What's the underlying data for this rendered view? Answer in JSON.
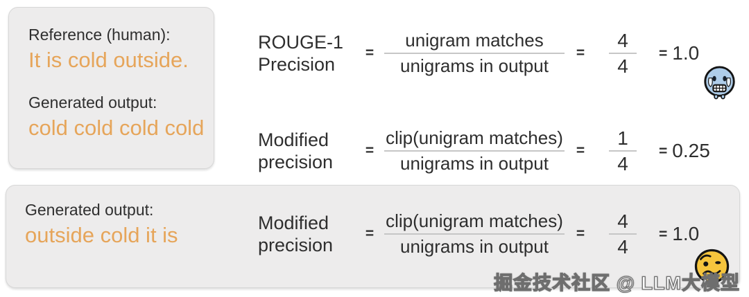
{
  "colors": {
    "orange_text": "#E6A55A",
    "card_background": "#EDECEC",
    "card_border": "#D7D7D7",
    "formula_text": "#2E2E2E",
    "fraction_bar": "#C6C6C6",
    "cold_emoji_blue": "#AECDEA",
    "confused_emoji_yellow": "#F6C53D"
  },
  "reference_card": {
    "reference_label": "Reference (human):",
    "reference_text": "It is cold outside.",
    "generated_label": "Generated output:",
    "generated_text": "cold cold cold cold"
  },
  "bottom_card": {
    "generated_label": "Generated output:",
    "generated_text": "outside cold it is"
  },
  "rows": [
    {
      "label_line1": "ROUGE-1",
      "label_line2": "Precision",
      "eq1": "=",
      "numerator": "unigram matches",
      "denominator": "unigrams in output",
      "eq2": "=",
      "value_numerator": "4",
      "value_denominator": "4",
      "eq3": "=",
      "result": "1.0",
      "emoji": "cold-face"
    },
    {
      "label_line1": "Modified",
      "label_line2": "precision",
      "eq1": "=",
      "numerator": "clip(unigram matches)",
      "denominator": "unigrams in output",
      "eq2": "=",
      "value_numerator": "1",
      "value_denominator": "4",
      "eq3": "=",
      "result": "0.25",
      "emoji": ""
    },
    {
      "label_line1": "Modified",
      "label_line2": "precision",
      "eq1": "=",
      "numerator": "clip(unigram matches)",
      "denominator": "unigrams in output",
      "eq2": "=",
      "value_numerator": "4",
      "value_denominator": "4",
      "eq3": "=",
      "result": "1.0",
      "emoji": "confused-face"
    }
  ],
  "watermark": "掘金技术社区 @ LLM大模型"
}
